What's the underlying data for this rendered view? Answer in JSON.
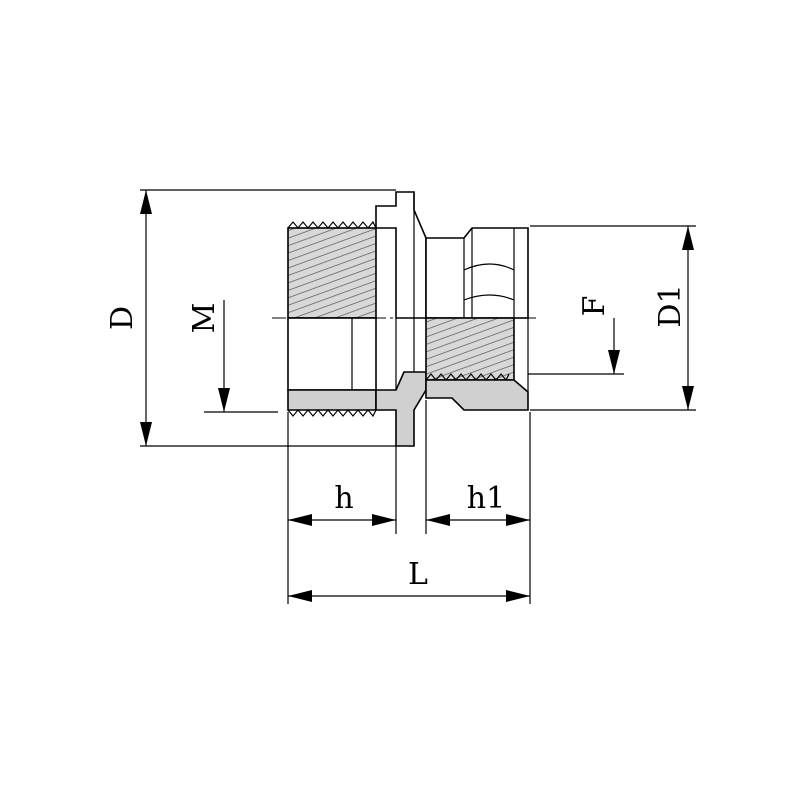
{
  "labels": {
    "D": "D",
    "M": "M",
    "h": "h",
    "h1": "h1",
    "L": "L",
    "F": "F",
    "D1": "D1"
  },
  "colors": {
    "line": "#000000",
    "fill": "#d0d0d0",
    "background": "#ffffff"
  }
}
